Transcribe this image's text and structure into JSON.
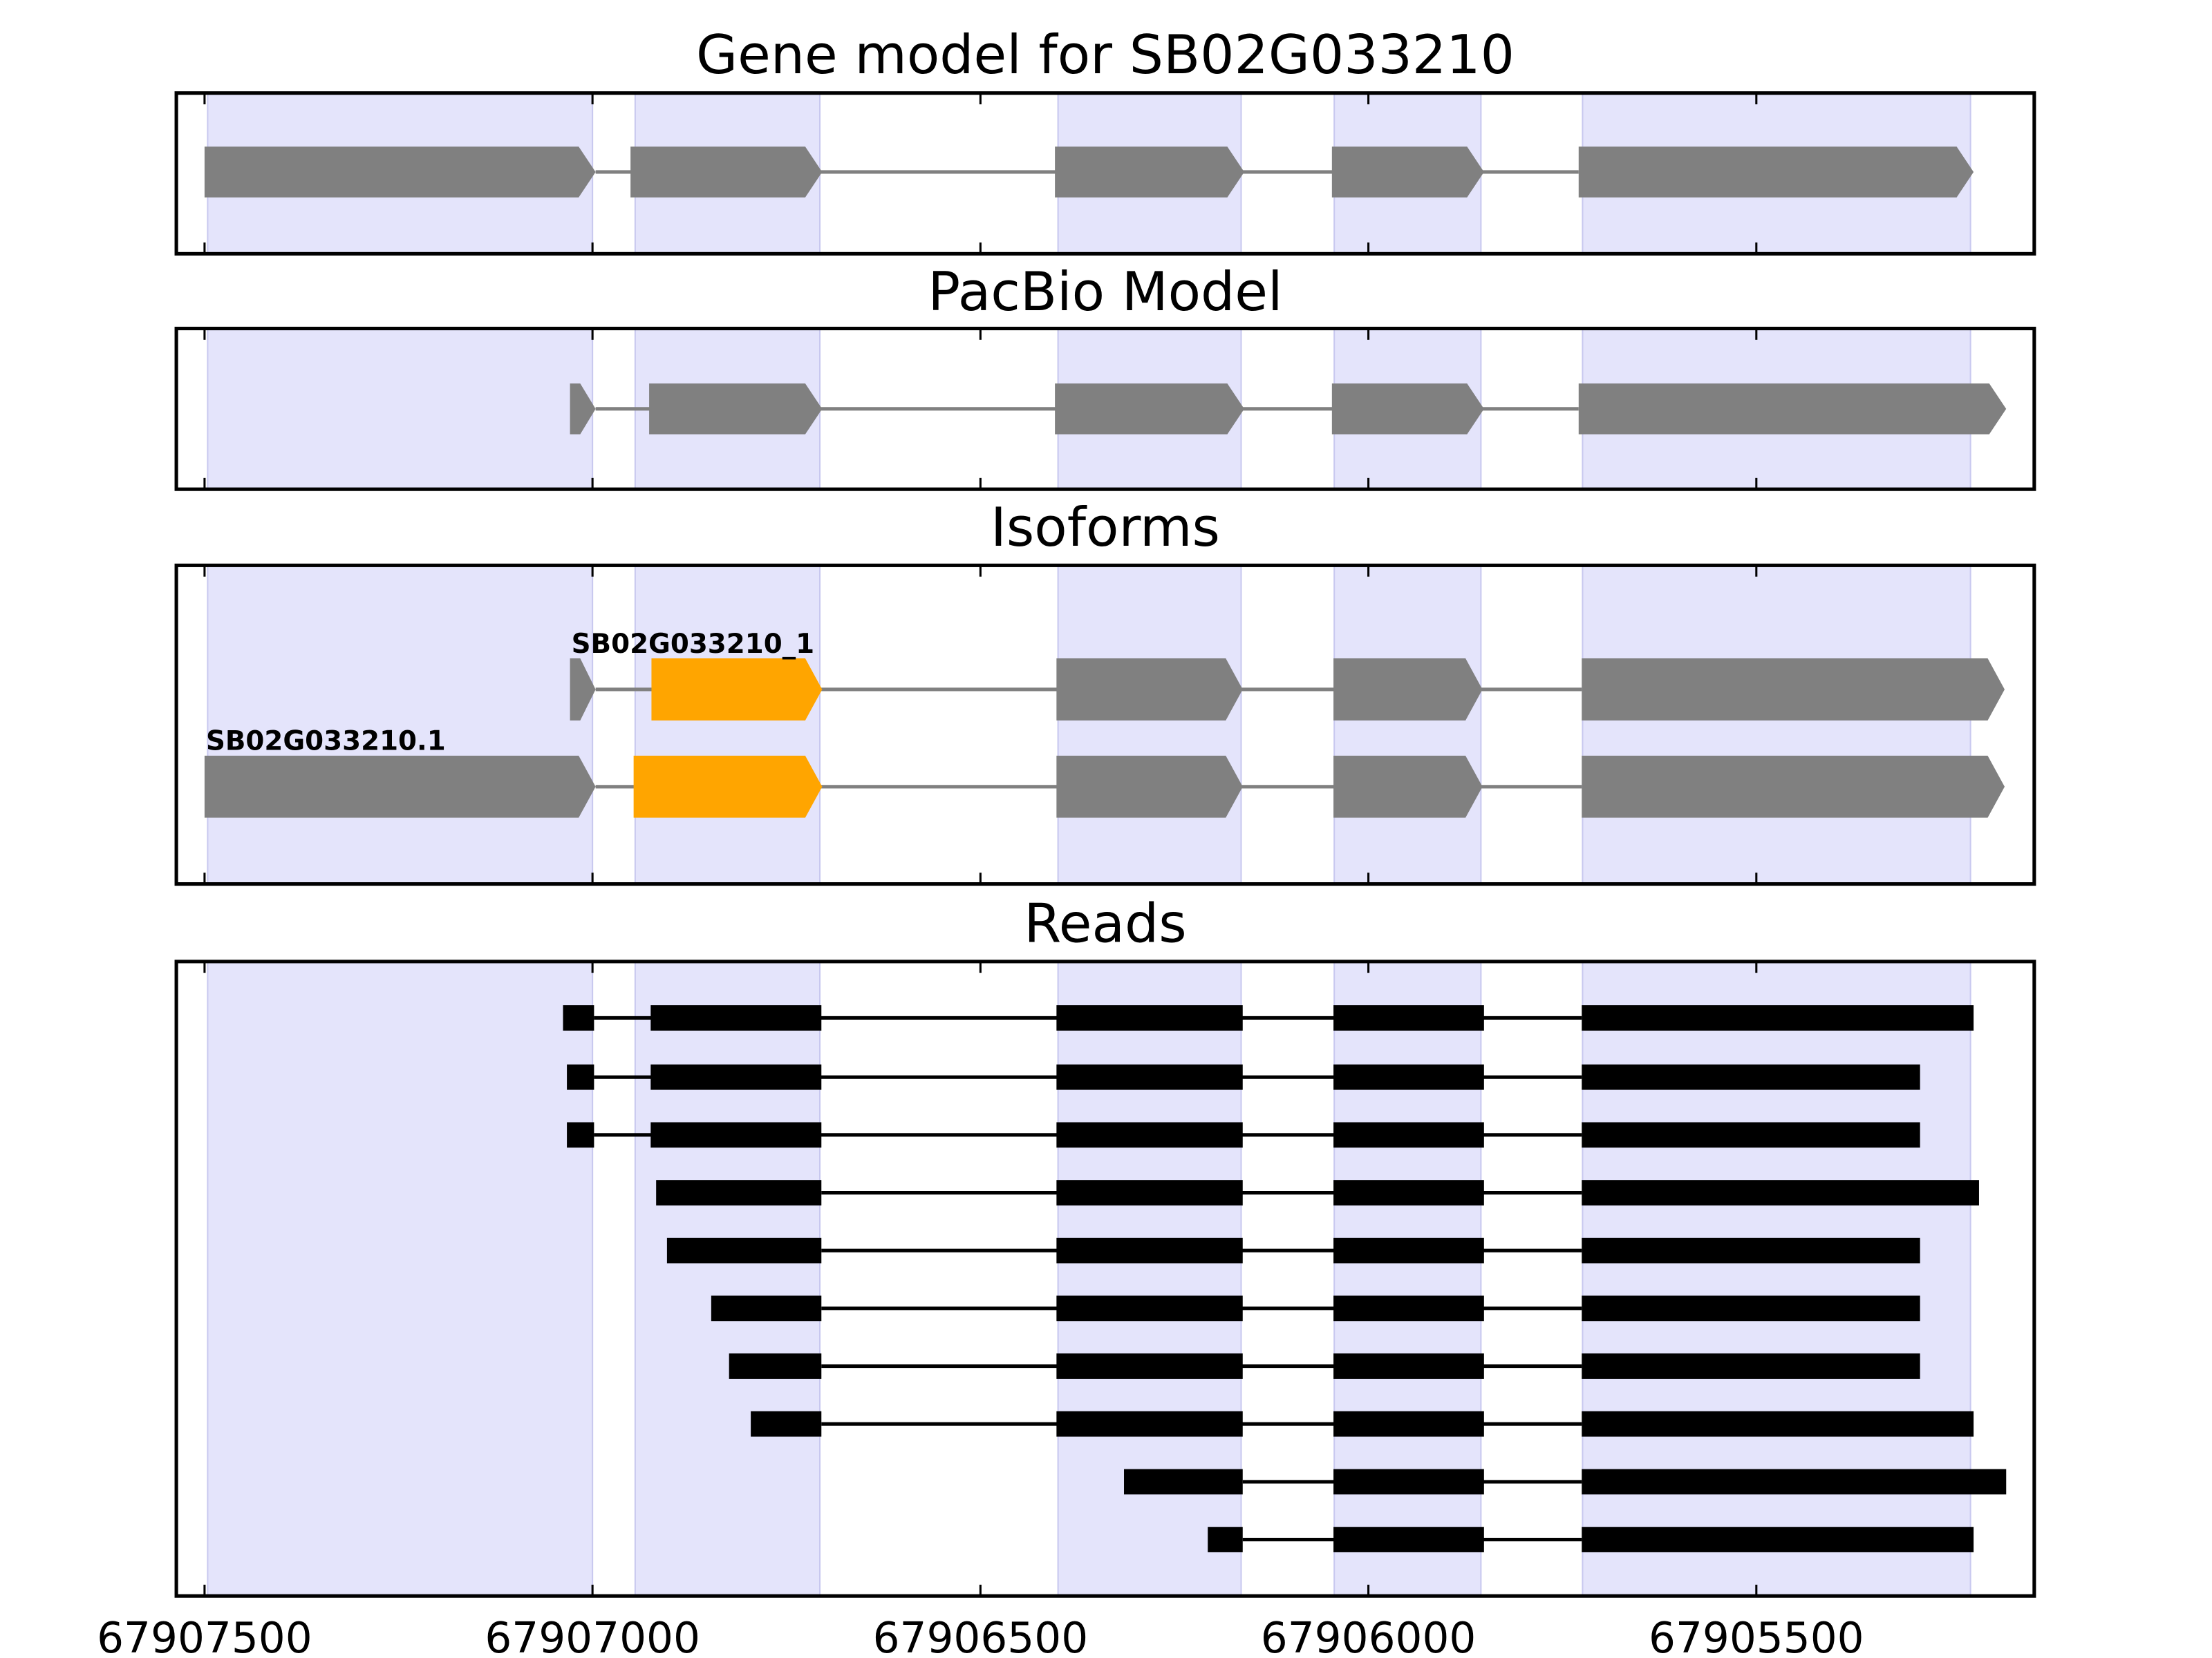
{
  "chart_data": {
    "type": "gene-track",
    "x_axis": {
      "reversed": true,
      "xlim": [
        67907536,
        67905142
      ],
      "ticks": [
        67907500,
        67907000,
        67906500,
        67906000,
        67905500
      ],
      "tick_labels": [
        "67907500",
        "67907000",
        "67906500",
        "67906000",
        "67905500"
      ]
    },
    "colors": {
      "exon": "#808080",
      "highlight": "#ffa500",
      "read": "#000000",
      "shade": "#e4e4fb",
      "intron": "#808080"
    },
    "shaded_regions": [
      [
        67907496,
        67907000
      ],
      [
        67906945,
        67906707
      ],
      [
        67906400,
        67906164
      ],
      [
        67906044,
        67905855
      ],
      [
        67905724,
        67905224
      ]
    ],
    "panels": [
      {
        "title": "Gene model for SB02G033210",
        "tracks": [
          {
            "label": "",
            "exons": [
              [
                67907500,
                67906996
              ],
              [
                67906951,
                67906704
              ],
              [
                67906404,
                67906160
              ],
              [
                67906047,
                67905851
              ],
              [
                67905729,
                67905220
              ]
            ],
            "highlight": []
          }
        ]
      },
      {
        "title": "PacBio Model",
        "tracks": [
          {
            "label": "",
            "exons": [
              [
                67907029,
                67906996
              ],
              [
                67906927,
                67906704
              ],
              [
                67906404,
                67906160
              ],
              [
                67906047,
                67905851
              ],
              [
                67905729,
                67905178
              ]
            ],
            "highlight": []
          }
        ]
      },
      {
        "title": "Isoforms",
        "tracks": [
          {
            "label": "SB02G033210_1",
            "exons": [
              [
                67907029,
                67906996
              ],
              [
                67906924,
                67906704
              ],
              [
                67906402,
                67906162
              ],
              [
                67906045,
                67905853
              ],
              [
                67905725,
                67905180
              ]
            ],
            "highlight": [
              1
            ]
          },
          {
            "label": "SB02G033210.1",
            "exons": [
              [
                67907500,
                67906996
              ],
              [
                67906947,
                67906704
              ],
              [
                67906402,
                67906162
              ],
              [
                67906045,
                67905853
              ],
              [
                67905725,
                67905180
              ]
            ],
            "highlight": [
              1
            ]
          }
        ]
      },
      {
        "title": "Reads",
        "reads": [
          [
            [
              67907038,
              67906998
            ],
            [
              67906925,
              67906705
            ],
            [
              67906402,
              67906162
            ],
            [
              67906045,
              67905851
            ],
            [
              67905725,
              67905220
            ]
          ],
          [
            [
              67907033,
              67906998
            ],
            [
              67906925,
              67906705
            ],
            [
              67906402,
              67906162
            ],
            [
              67906045,
              67905851
            ],
            [
              67905725,
              67905289
            ]
          ],
          [
            [
              67907033,
              67906998
            ],
            [
              67906925,
              67906705
            ],
            [
              67906402,
              67906162
            ],
            [
              67906045,
              67905851
            ],
            [
              67905725,
              67905289
            ]
          ],
          [
            [
              67906918,
              67906705
            ],
            [
              67906402,
              67906162
            ],
            [
              67906045,
              67905851
            ],
            [
              67905725,
              67905213
            ]
          ],
          [
            [
              67906904,
              67906705
            ],
            [
              67906402,
              67906162
            ],
            [
              67906045,
              67905851
            ],
            [
              67905725,
              67905289
            ]
          ],
          [
            [
              67906847,
              67906705
            ],
            [
              67906402,
              67906162
            ],
            [
              67906045,
              67905851
            ],
            [
              67905725,
              67905289
            ]
          ],
          [
            [
              67906824,
              67906705
            ],
            [
              67906402,
              67906162
            ],
            [
              67906045,
              67905851
            ],
            [
              67905725,
              67905289
            ]
          ],
          [
            [
              67906796,
              67906705
            ],
            [
              67906402,
              67906162
            ],
            [
              67906045,
              67905851
            ],
            [
              67905725,
              67905220
            ]
          ],
          [
            [
              67906315,
              67906162
            ],
            [
              67906045,
              67905851
            ],
            [
              67905725,
              67905178
            ]
          ],
          [
            [
              67906207,
              67906162
            ],
            [
              67906045,
              67905851
            ],
            [
              67905725,
              67905220
            ]
          ]
        ]
      }
    ]
  }
}
